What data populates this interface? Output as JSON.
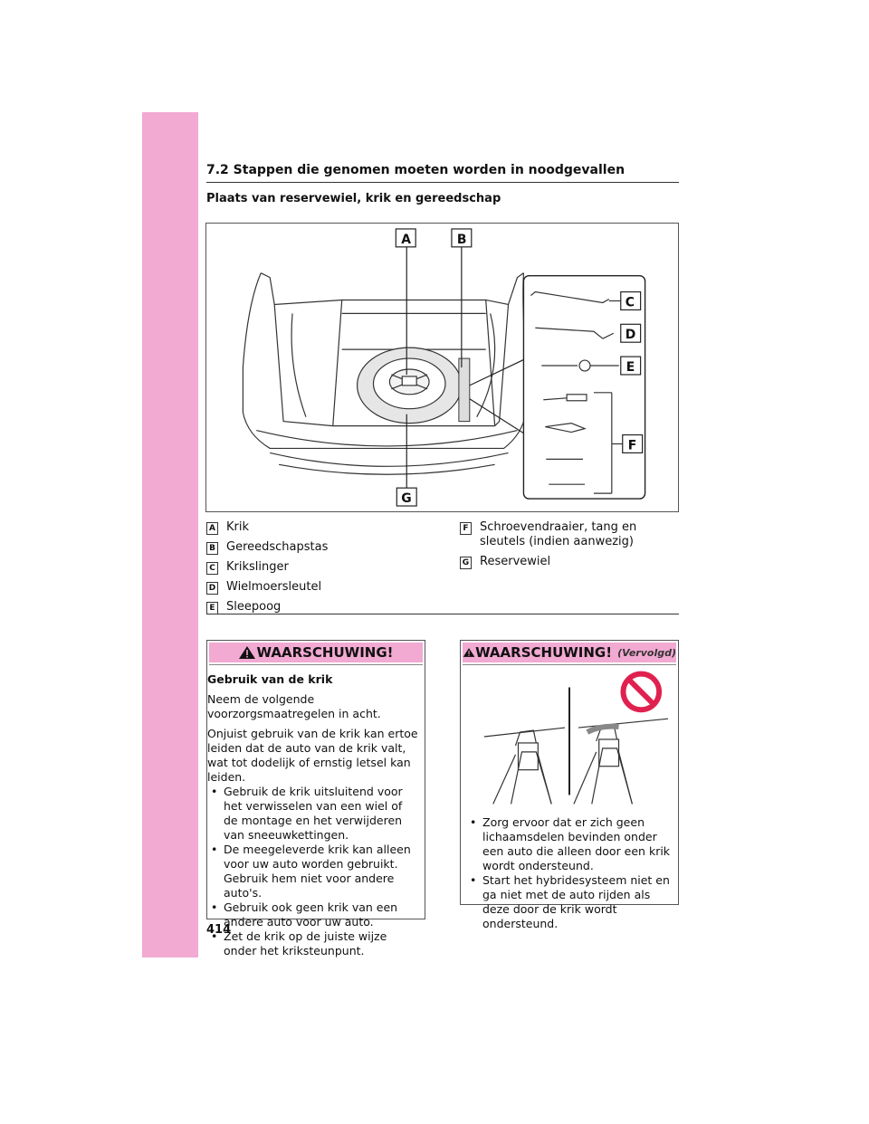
{
  "section": {
    "header": "7.2  Stappen die genomen moeten worden in noodgevallen"
  },
  "subsection": {
    "title": "Plaats van reservewiel, krik en gereedschap"
  },
  "figure": {
    "callouts": [
      "A",
      "B",
      "C",
      "D",
      "E",
      "F",
      "G"
    ]
  },
  "legend": {
    "left": [
      {
        "key": "A",
        "label": "Krik"
      },
      {
        "key": "B",
        "label": "Gereedschapstas"
      },
      {
        "key": "C",
        "label": "Krikslinger"
      },
      {
        "key": "D",
        "label": "Wielmoersleutel"
      },
      {
        "key": "E",
        "label": "Sleepoog"
      }
    ],
    "right": [
      {
        "key": "F",
        "label": "Schroevendraaier, tang en sleutels (indien aanwezig)"
      },
      {
        "key": "G",
        "label": "Reservewiel"
      }
    ]
  },
  "warning_left": {
    "heading": "WAARSCHUWING!",
    "subtitle": "Gebruik van de krik",
    "para1": "Neem de volgende voorzorgsmaatregelen in acht.",
    "para2": "Onjuist gebruik van de krik kan ertoe leiden dat de auto van de krik valt, wat tot dodelijk of ernstig letsel kan leiden.",
    "bullets": [
      "Gebruik de krik uitsluitend voor het verwisselen van een wiel of de montage en het verwijderen van sneeuwkettingen.",
      "De meegeleverde krik kan alleen voor uw auto worden gebruikt. Gebruik hem niet voor andere auto's.",
      "Gebruik ook geen krik van een andere auto voor uw auto.",
      "Zet de krik op de juiste wijze onder het kriksteunpunt."
    ]
  },
  "warning_right": {
    "heading": "WAARSCHUWING!",
    "continued": "(Vervolgd)",
    "bullets": [
      "Zorg ervoor dat er zich geen lichaamsdelen bevinden onder een auto die alleen door een krik wordt ondersteund.",
      "Start het hybridesysteem niet en ga niet met de auto rijden als deze door de krik wordt ondersteund."
    ]
  },
  "page_number": "414",
  "colors": {
    "accent": "#f2a9d2",
    "prohibition": "#e0214f"
  }
}
